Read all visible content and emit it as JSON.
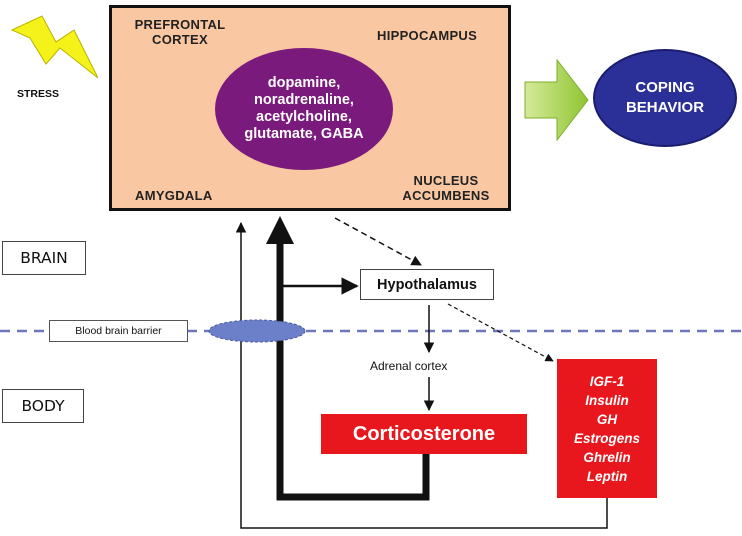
{
  "stress": {
    "label": "STRESS",
    "icon": "lightning-bolt-icon",
    "color": "#f5f21a"
  },
  "brain_regions": {
    "prefrontal_cortex": "PREFRONTAL\nCORTEX",
    "hippocampus": "HIPPOCAMPUS",
    "amygdala": "AMYGDALA",
    "nucleus_accumbens": "NUCLEUS\nACCUMBENS",
    "box_color": "#f9c7a1"
  },
  "neurotransmitters": {
    "text": "dopamine,\nnoradrenaline,\nacetylcholine,\nglutamate, GABA",
    "color": "#7b1a7d"
  },
  "coping_behavior": {
    "label": "COPING\nBEHAVIOR",
    "color": "#2b2f98",
    "arrow_icon": "green-arrow-icon"
  },
  "sides": {
    "brain": "BRAIN",
    "body": "BODY"
  },
  "barrier": {
    "label": "Blood brain barrier",
    "color": "#7077b8"
  },
  "hypothalamus": "Hypothalamus",
  "adrenal_cortex": "Adrenal cortex",
  "corticosterone": "Corticosterone",
  "hormones": [
    "IGF-1",
    "Insulin",
    "GH",
    "Estrogens",
    "Ghrelin",
    "Leptin"
  ],
  "hormone_box_color": "#e8171d"
}
